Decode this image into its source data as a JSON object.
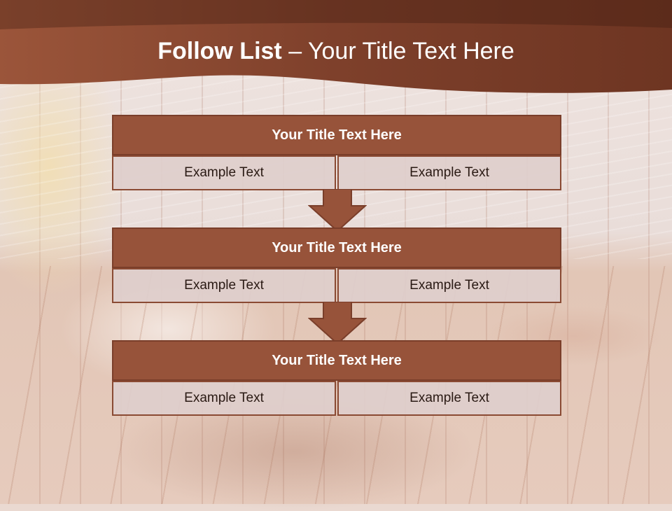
{
  "slide": {
    "title_bold": "Follow List",
    "title_rest": " – Your Title Text Here"
  },
  "steps": [
    {
      "title": "Your Title Text Here",
      "cells": [
        "Example Text",
        "Example Text"
      ]
    },
    {
      "title": "Your Title Text Here",
      "cells": [
        "Example Text",
        "Example Text"
      ]
    },
    {
      "title": "Your Title Text Here",
      "cells": [
        "Example Text",
        "Example Text"
      ]
    }
  ],
  "colors": {
    "header_band": "#8e4b33",
    "box_header": "#97533a",
    "box_border": "#7a3e2a",
    "cell_fill": "#dccdcb"
  }
}
